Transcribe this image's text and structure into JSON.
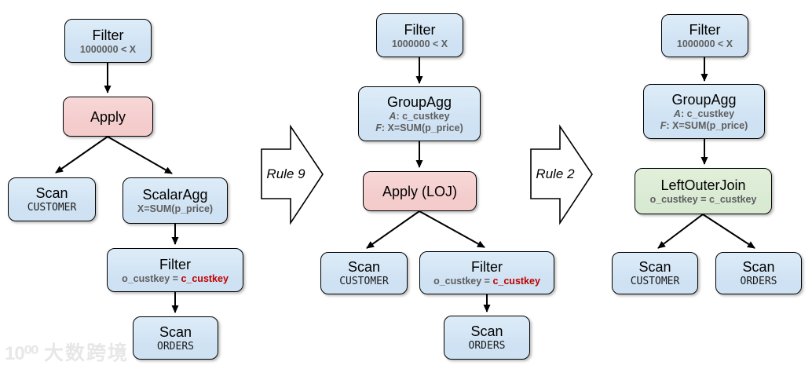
{
  "colors": {
    "node_blue": "#cfe2f3",
    "node_pink": "#f4cccc",
    "node_green": "#d9ead3",
    "border": "#000000",
    "subtitle_gray": "#5e5e5e",
    "highlight_red": "#c00000"
  },
  "nodes": {
    "l_filter": {
      "title": "Filter",
      "subtitle": "1000000 < X"
    },
    "l_apply": {
      "title": "Apply"
    },
    "l_scan_customer": {
      "title": "Scan",
      "subtitle": "CUSTOMER"
    },
    "l_scalaragg": {
      "title": "ScalarAgg",
      "subtitle": "X=SUM(p_price)"
    },
    "l_filter2": {
      "title": "Filter",
      "pred_gray": "o_custkey = ",
      "pred_red": "c_custkey"
    },
    "l_scan_orders": {
      "title": "Scan",
      "subtitle": "ORDERS"
    },
    "m_filter": {
      "title": "Filter",
      "subtitle": "1000000 < X"
    },
    "m_groupagg": {
      "title": "GroupAgg",
      "a_label": "A",
      "a_rest": ": c_custkey",
      "f_label": "F",
      "f_rest": ": X=SUM(p_price)"
    },
    "m_apply": {
      "title": "Apply (LOJ)"
    },
    "m_scan_customer": {
      "title": "Scan",
      "subtitle": "CUSTOMER"
    },
    "m_filter2": {
      "title": "Filter",
      "pred_gray": "o_custkey = ",
      "pred_red": "c_custkey"
    },
    "m_scan_orders": {
      "title": "Scan",
      "subtitle": "ORDERS"
    },
    "r_filter": {
      "title": "Filter",
      "subtitle": "1000000 < X"
    },
    "r_groupagg": {
      "title": "GroupAgg",
      "a_label": "A",
      "a_rest": ": c_custkey",
      "f_label": "F",
      "f_rest": ": X=SUM(p_price)"
    },
    "r_loj": {
      "title": "LeftOuterJoin",
      "subtitle": "o_custkey = c_custkey"
    },
    "r_scan_customer": {
      "title": "Scan",
      "subtitle": "CUSTOMER"
    },
    "r_scan_orders": {
      "title": "Scan",
      "subtitle": "ORDERS"
    }
  },
  "rules": {
    "rule9": "Rule 9",
    "rule2": "Rule 2"
  },
  "watermark": {
    "logo": "10⁰⁰",
    "text": "大数跨境"
  }
}
